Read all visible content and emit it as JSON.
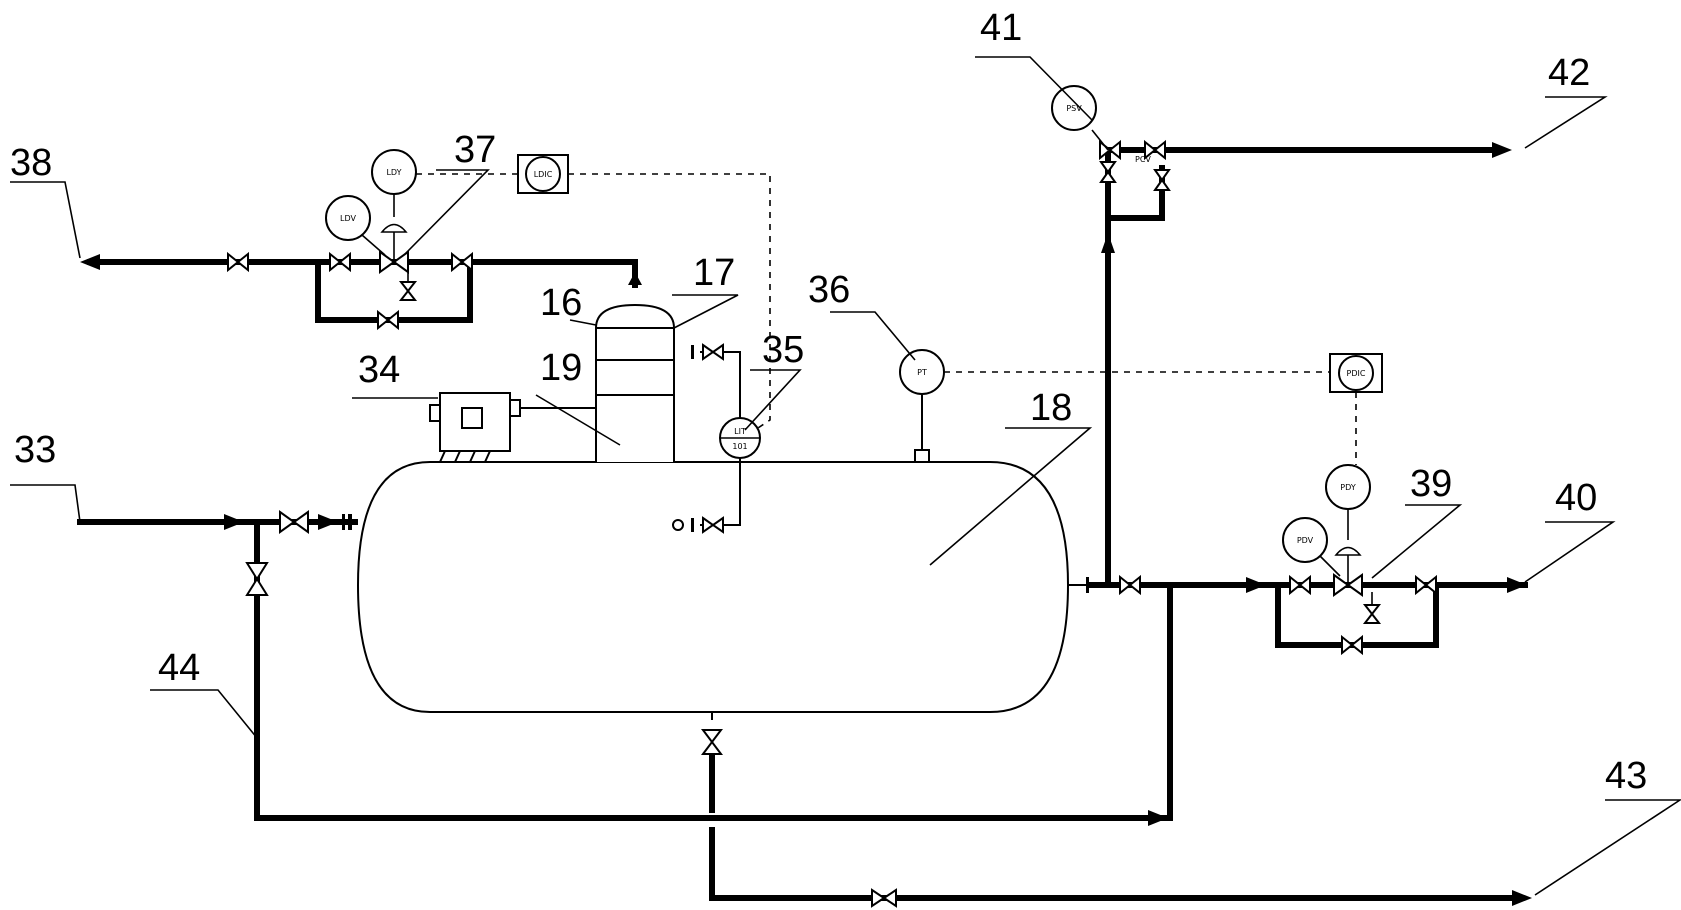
{
  "references": {
    "r16": "16",
    "r17": "17",
    "r18": "18",
    "r19": "19",
    "r33": "33",
    "r34": "34",
    "r35": "35",
    "r36": "36",
    "r37": "37",
    "r38": "38",
    "r39": "39",
    "r40": "40",
    "r41": "41",
    "r42": "42",
    "r43": "43",
    "r44": "44"
  },
  "instruments": {
    "ldy": "LDY",
    "ldv": "LDV",
    "ldic": "LDIC",
    "lit": "LIT",
    "lit_sub": "101",
    "pt": "PT",
    "pdic": "PDIC",
    "pdy": "PDY",
    "pdv": "PDV",
    "psv": "PSV",
    "pcv": "PCV"
  }
}
